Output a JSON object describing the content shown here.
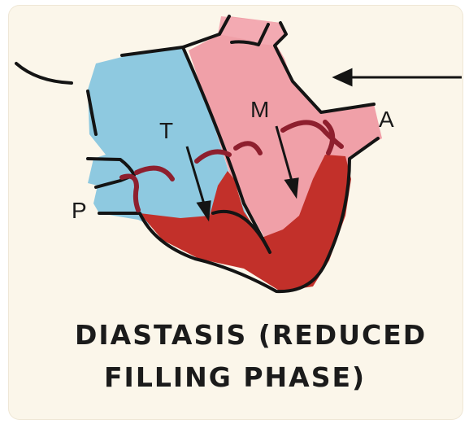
{
  "labels": {
    "tricuspid": "T",
    "mitral": "M",
    "pulmonary": "P",
    "aortic": "A"
  },
  "caption": {
    "line1": "DIASTASIS (REDUCED",
    "line2": "FILLING PHASE)"
  },
  "colors": {
    "background": "#fbf6ea",
    "right_heart": "#8ec9e0",
    "left_heart": "#f0a0a8",
    "myocardium": "#c2302a",
    "valve": "#8e1f2e",
    "outline": "#141414"
  }
}
